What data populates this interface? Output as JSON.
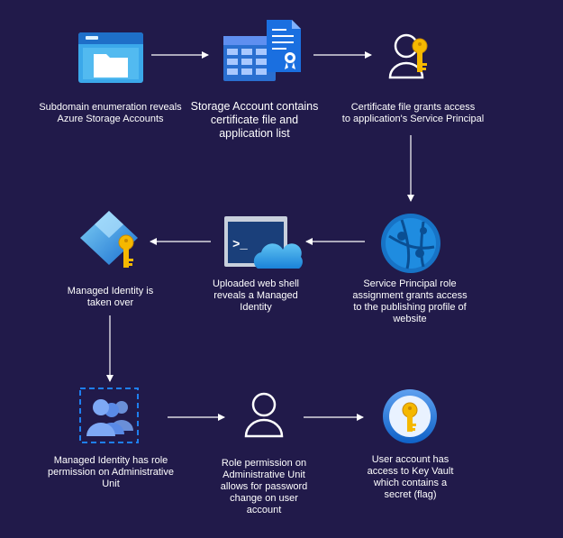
{
  "steps": [
    {
      "id": "s1",
      "icon": "storage-browser-icon",
      "text": "Subdomain enumeration reveals\nAzure Storage Accounts"
    },
    {
      "id": "s2",
      "icon": "storage-certificate-icon",
      "text": "Storage Account contains",
      "text_big": "certificate file and\napplication list"
    },
    {
      "id": "s3",
      "icon": "user-key-icon",
      "text": "Certificate file grants access\nto application's Service Principal"
    },
    {
      "id": "s4",
      "icon": "service-principal-globe-icon",
      "text": "Service Principal role\nassignment grants access\nto the publishing profile of\nwebsite"
    },
    {
      "id": "s5",
      "icon": "web-shell-console-icon",
      "text": "Uploaded web shell\nreveals a Managed\nIdentity"
    },
    {
      "id": "s6",
      "icon": "managed-identity-key-icon",
      "text": "Managed Identity is\ntaken over"
    },
    {
      "id": "s7",
      "icon": "administrative-unit-users-icon",
      "text": "Managed Identity has role\npermission on Administrative\nUnit"
    },
    {
      "id": "s8",
      "icon": "user-outline-icon",
      "text": "Role permission on\nAdministrative Unit\nallows for password\nchange on user\naccount"
    },
    {
      "id": "s9",
      "icon": "key-vault-icon",
      "text": "User account has\naccess to Key Vault\nwhich contains a\nsecret (flag)"
    }
  ],
  "colors": {
    "background": "#211a4a",
    "arrow": "#ffffff",
    "azure_blue": "#0f78d4",
    "light_blue": "#5ea0ef",
    "key_gold": "#f5b800"
  }
}
